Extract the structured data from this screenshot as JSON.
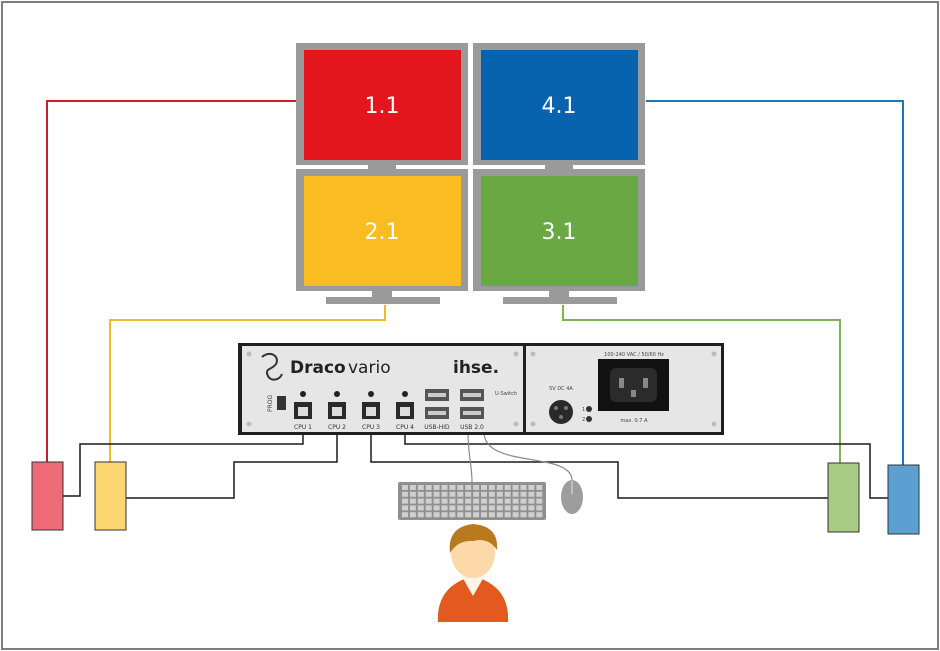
{
  "monitors": [
    {
      "id": "m11",
      "label": "1.1",
      "color": "#e3161e"
    },
    {
      "id": "m41",
      "label": "4.1",
      "color": "#0763ad"
    },
    {
      "id": "m21",
      "label": "2.1",
      "color": "#f9bd22"
    },
    {
      "id": "m31",
      "label": "3.1",
      "color": "#6aa843"
    }
  ],
  "device": {
    "brand": "Draco",
    "model": "vario",
    "maker": "ihse.",
    "prog_label": "PROG",
    "uswitch_label": "U-Switch",
    "ports": [
      "CPU 1",
      "CPU 2",
      "CPU 3",
      "CPU 4",
      "USB-HID",
      "USB 2.0"
    ],
    "dc_label": "5V DC\n4A",
    "power_rating": "100-240 VAC / 50/60 Hz",
    "fuse_label": "max. 0.7 A",
    "dc_pin1": "1",
    "dc_pin2": "2"
  },
  "colors": {
    "cpu1": "#ef6b78",
    "cpu2": "#fbd671",
    "cpu3": "#a8cb86",
    "cpu4": "#5ca0d1",
    "line_red": "#c8202b",
    "line_yellow": "#f2b92a",
    "line_green": "#7fb350",
    "line_blue": "#1d79b6",
    "bezel": "#9a9a9a",
    "panel": "#e6e6e6"
  }
}
